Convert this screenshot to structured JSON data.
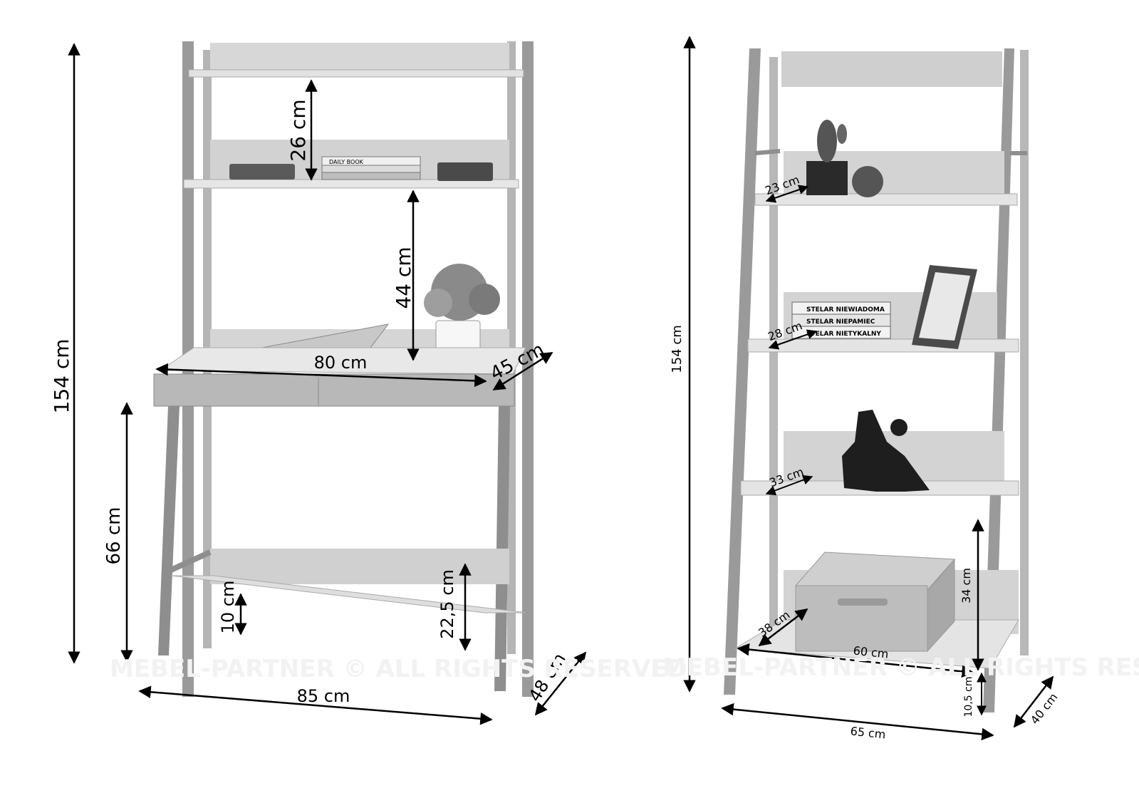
{
  "colors": {
    "frame": "#777777",
    "board": "#cfcfcf",
    "arrow": "#000000",
    "watermark": "#eeeeee"
  },
  "desk": {
    "height": "154 cm",
    "top_shelf_gap": "26 cm",
    "desk_to_shelf": "44 cm",
    "width_top": "80 cm",
    "depth_top": "45 cm",
    "seat_height": "66 cm",
    "foot_clearance": "10 cm",
    "bottom_shelf_height": "22,5 cm",
    "width": "85 cm",
    "depth": "48 cm",
    "book_label": "DAILY BOOK"
  },
  "shelf": {
    "height": "154 cm",
    "depth_1": "23 cm",
    "depth_2": "28 cm",
    "depth_3": "33 cm",
    "depth_4": "38 cm",
    "bottom_width": "60 cm",
    "bottom_gap": "34 cm",
    "floor_clearance": "10,5 cm",
    "width": "65 cm",
    "depth": "40 cm",
    "books": [
      "STELAR NIEWIADOMA",
      "STELAR NIEPAMIEC",
      "STELAR NIETYKALNY"
    ]
  },
  "watermark": {
    "left": "MEBEL-PARTNER  ©  ALL RIGHTS RESERVED",
    "right": "MEBEL-PARTNER  ©  ALL RIGHTS RESE"
  }
}
